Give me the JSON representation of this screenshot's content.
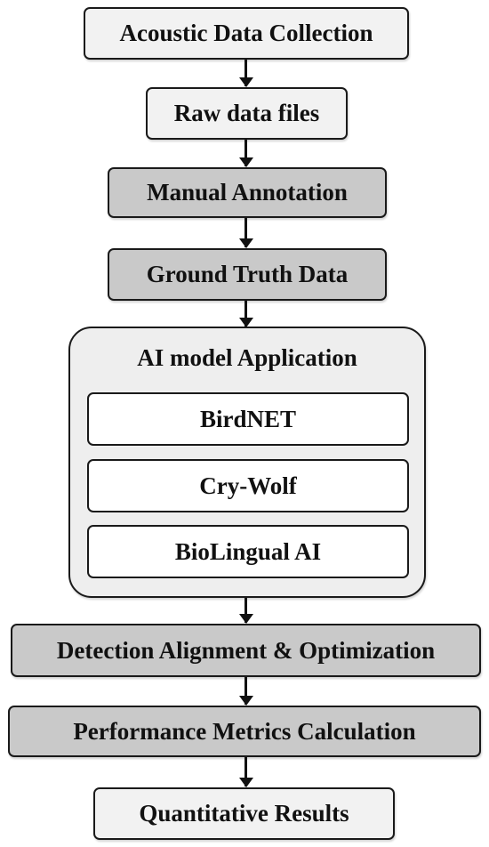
{
  "steps": {
    "acoustic": "Acoustic Data Collection",
    "raw": "Raw data files",
    "manual": "Manual Annotation",
    "ground": "Ground Truth Data",
    "detection": "Detection Alignment & Optimization",
    "performance": "Performance Metrics Calculation",
    "results": "Quantitative Results"
  },
  "ai_group": {
    "title": "AI model Application",
    "models": [
      "BirdNET",
      "Cry-Wolf",
      "BioLingual AI"
    ]
  },
  "colors": {
    "light_fill": "#f2f2f2",
    "dark_fill": "#c9c9c9",
    "white_fill": "#ffffff",
    "border": "#1a1a1a"
  }
}
